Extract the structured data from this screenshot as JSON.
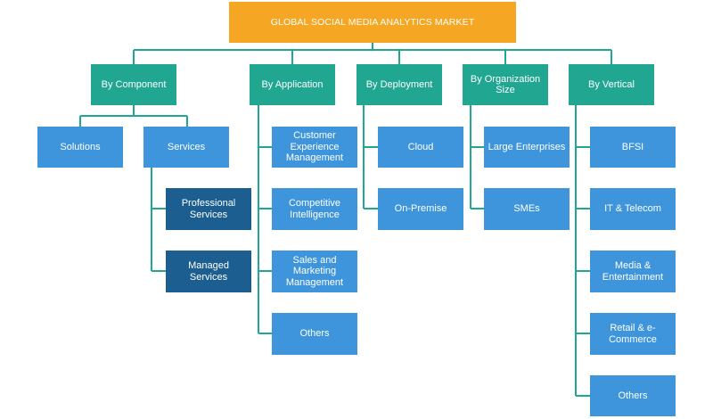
{
  "root": "GLOBAL SOCIAL MEDIA ANALYTICS MARKET",
  "categories": [
    {
      "label": "By Component",
      "items": [
        "Solutions",
        "Services"
      ],
      "sub_items": [
        "Professional Services",
        "Managed Services"
      ]
    },
    {
      "label": "By Application",
      "items": [
        "Customer Experience Management",
        "Competitive Intelligence",
        "Sales and Marketing Management",
        "Others"
      ]
    },
    {
      "label": "By Deployment",
      "items": [
        "Cloud",
        "On-Premise"
      ]
    },
    {
      "label": "By Organization Size",
      "items": [
        "Large Enterprises",
        "SMEs"
      ]
    },
    {
      "label": "By Vertical",
      "items": [
        "BFSI",
        "IT & Telecom",
        "Media & Entertainment",
        "Retail & e-Commerce",
        "Others"
      ]
    }
  ],
  "colors": {
    "root": "#f5a623",
    "category": "#21a692",
    "leaf": "#3e95dc",
    "sub_leaf": "#1b5e8f",
    "connector": "#21a692"
  }
}
